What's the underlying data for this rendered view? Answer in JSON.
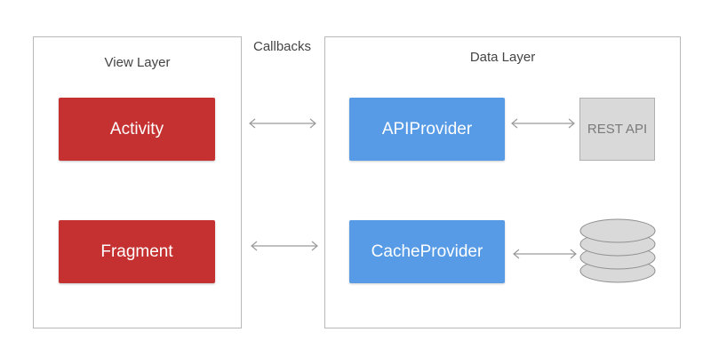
{
  "view_layer": {
    "title": "View Layer",
    "activity_label": "Activity",
    "fragment_label": "Fragment"
  },
  "callbacks_label": "Callbacks",
  "data_layer": {
    "title": "Data Layer",
    "api_provider_label": "APIProvider",
    "cache_provider_label": "CacheProvider",
    "rest_api_label": "REST API"
  },
  "colors": {
    "view_box": "#c43130",
    "data_box": "#579be6",
    "external_box": "#d9d9d9"
  },
  "icons": [
    "bidirectional-arrow-icon",
    "database-icon"
  ]
}
